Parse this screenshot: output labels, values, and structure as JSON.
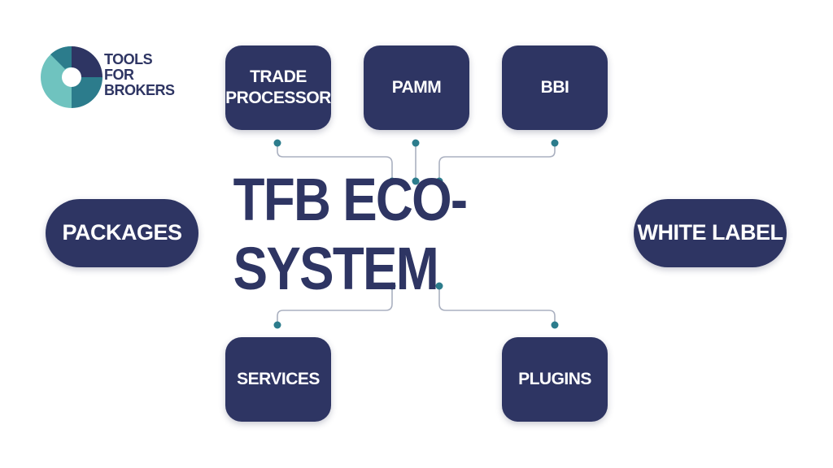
{
  "logo": {
    "line1": "TOOLS",
    "line2": "FOR",
    "line3": "BROKERS",
    "colors": {
      "navy": "#2e3563",
      "teal": "#2c7c8c",
      "mint": "#6fc3bf"
    }
  },
  "title": "TFB ECO-SYSTEM",
  "top_boxes": {
    "trade_processor": "TRADE\nPROCESSOR",
    "pamm": "PAMM",
    "bbi": "BBI"
  },
  "side_boxes": {
    "packages": "PACKAGES",
    "white_label": "WHITE LABEL"
  },
  "bottom_boxes": {
    "services": "SERVICES",
    "plugins": "PLUGINS"
  },
  "colors": {
    "box": "#2e3563",
    "connector_line": "#aab0c0",
    "connector_dot": "#2c7c8c"
  }
}
